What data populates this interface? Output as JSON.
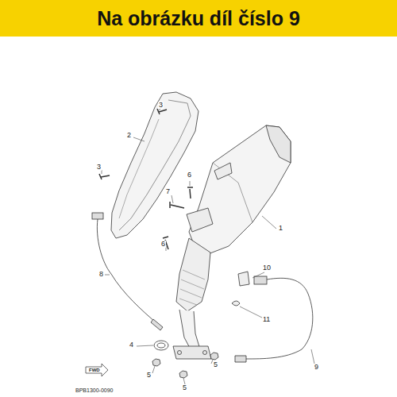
{
  "diagram": {
    "title": "Na obrázku díl číslo 9",
    "labels": [
      "3",
      "2",
      "3",
      "6",
      "7",
      "1",
      "6",
      "8",
      "10",
      "11",
      "4",
      "5",
      "5",
      "5",
      "9",
      "FWD",
      "BPB1300-0090"
    ]
  }
}
